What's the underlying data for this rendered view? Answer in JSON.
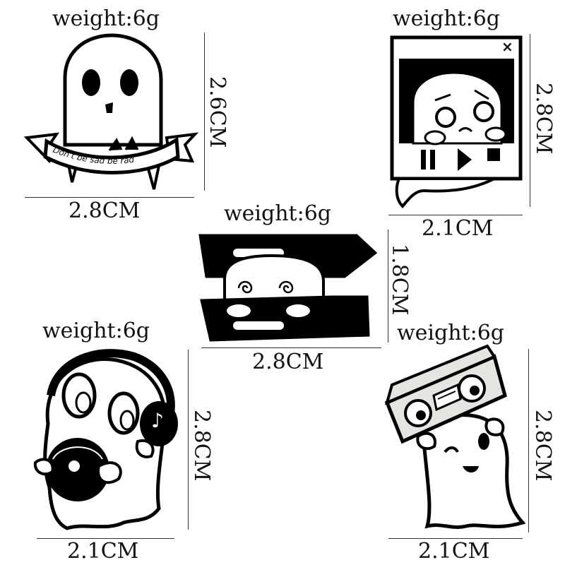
{
  "pins": [
    {
      "name": "banner-ghost",
      "weight": "weight:6g",
      "width_label": "2.8CM",
      "height_label": "2.6CM",
      "banner_text": "Don't be sad be rad"
    },
    {
      "name": "media-player-ghost",
      "weight": "weight:6g",
      "width_label": "2.1CM",
      "height_label": "2.8CM",
      "close_glyph": "×"
    },
    {
      "name": "coffin-ghost",
      "weight": "weight:6g",
      "width_label": "2.8CM",
      "height_label": "1.8CM"
    },
    {
      "name": "headphone-ghost",
      "weight": "weight:6g",
      "width_label": "2.1CM",
      "height_label": "2.8CM",
      "note_glyph": "♪"
    },
    {
      "name": "boombox-ghost",
      "weight": "weight:6g",
      "width_label": "2.1CM",
      "height_label": "2.8CM"
    }
  ]
}
